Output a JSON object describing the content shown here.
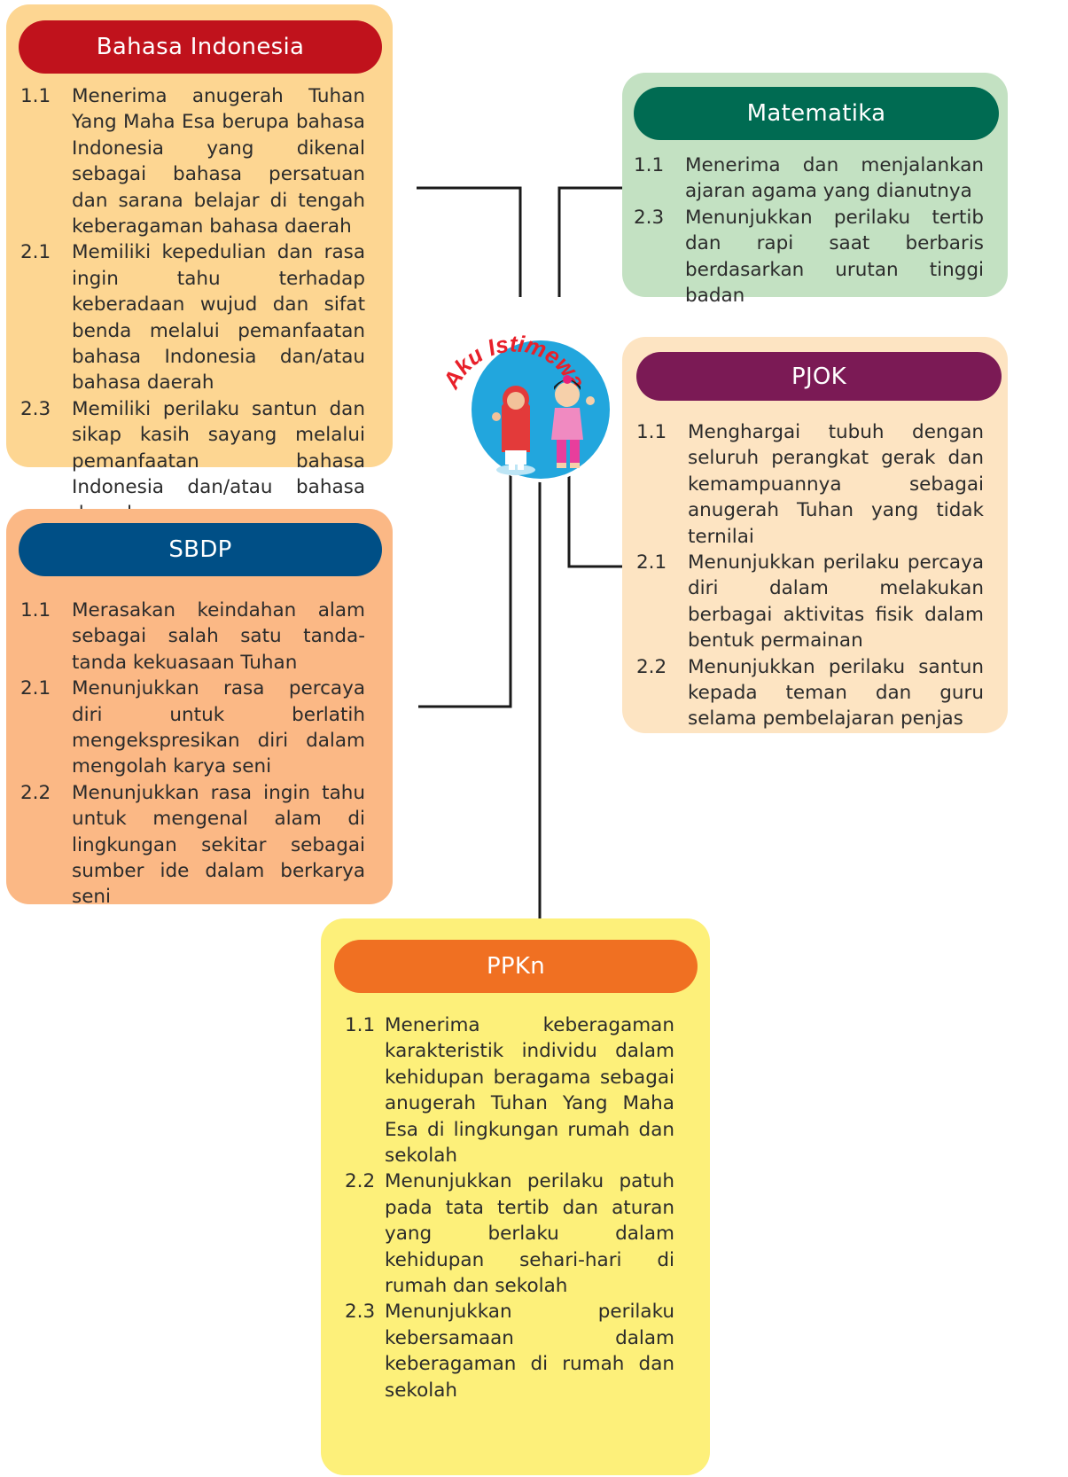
{
  "center": {
    "label": "Aku Istimewa",
    "colors": {
      "circle": "#22a6dd",
      "ring": "#ffffff",
      "label": "#e8202a"
    }
  },
  "bahasa": {
    "title": "Bahasa Indonesia",
    "colors": {
      "card": "#fdd692",
      "header": "#c0121c"
    },
    "items": [
      {
        "num": "1.1",
        "text": "Menerima anugerah Tuhan Yang Maha Esa berupa bahasa Indonesia yang dikenal sebagai bahasa persatuan dan sarana belajar di tengah keberagaman bahasa daerah"
      },
      {
        "num": "2.1",
        "text": "Memiliki kepedulian dan rasa ingin tahu terhadap keberadaan wujud dan sifat benda melalui pemanfaatan bahasa Indonesia dan/atau bahasa daerah"
      },
      {
        "num": "2.3",
        "text": "Memiliki perilaku santun dan sikap kasih sayang melalui pemanfaatan bahasa Indonesia dan/atau bahasa daerah"
      }
    ]
  },
  "matematika": {
    "title": "Matematika",
    "colors": {
      "card": "#c3e1c2",
      "header": "#006b52"
    },
    "items": [
      {
        "num": "1.1",
        "text": "Menerima dan menjalankan ajaran agama yang dianutnya"
      },
      {
        "num": "2.3",
        "text": "Menunjukkan perilaku tertib dan rapi saat berbaris berdasarkan urutan tinggi badan"
      }
    ]
  },
  "pjok": {
    "title": "PJOK",
    "colors": {
      "card": "#fde4c2",
      "header": "#7b1a55"
    },
    "items": [
      {
        "num": "1.1",
        "text": "Menghargai tubuh dengan seluruh perangkat gerak dan kemampuannya sebagai anugerah Tuhan yang tidak ternilai"
      },
      {
        "num": "2.1",
        "text": "Menunjukkan perilaku percaya diri dalam melakukan berbagai aktivitas fisik dalam bentuk permainan"
      },
      {
        "num": "2.2",
        "text": "Menunjukkan perilaku santun kepada teman dan guru selama pembelajaran penjas"
      }
    ]
  },
  "sbdp": {
    "title": "SBDP",
    "colors": {
      "card": "#fbb885",
      "header": "#004f86"
    },
    "items": [
      {
        "num": "1.1",
        "text": "Merasakan keindahan alam sebagai salah satu tanda-tanda kekuasaan Tuhan"
      },
      {
        "num": "2.1",
        "text": "Menunjukkan rasa percaya diri untuk berlatih mengekspresikan diri dalam mengolah karya seni"
      },
      {
        "num": "2.2",
        "text": "Menunjukkan rasa ingin tahu untuk mengenal alam di lingkungan sekitar sebagai sumber ide dalam berkarya seni"
      }
    ]
  },
  "ppkn": {
    "title": "PPKn",
    "colors": {
      "card": "#fdf07a",
      "header": "#f07022"
    },
    "items": [
      {
        "num": "1.1",
        "text": "Menerima keberagaman karakteristik individu dalam kehidupan beragama sebagai anugerah Tuhan Yang Maha Esa di lingkungan rumah dan sekolah"
      },
      {
        "num": "2.2",
        "text": "Menunjukkan perilaku patuh pada tata tertib dan aturan yang berlaku dalam kehidupan sehari-hari di rumah dan sekolah"
      },
      {
        "num": "2.3",
        "text": "Menunjukkan perilaku kebersamaan dalam keberagaman di rumah dan sekolah"
      }
    ]
  }
}
